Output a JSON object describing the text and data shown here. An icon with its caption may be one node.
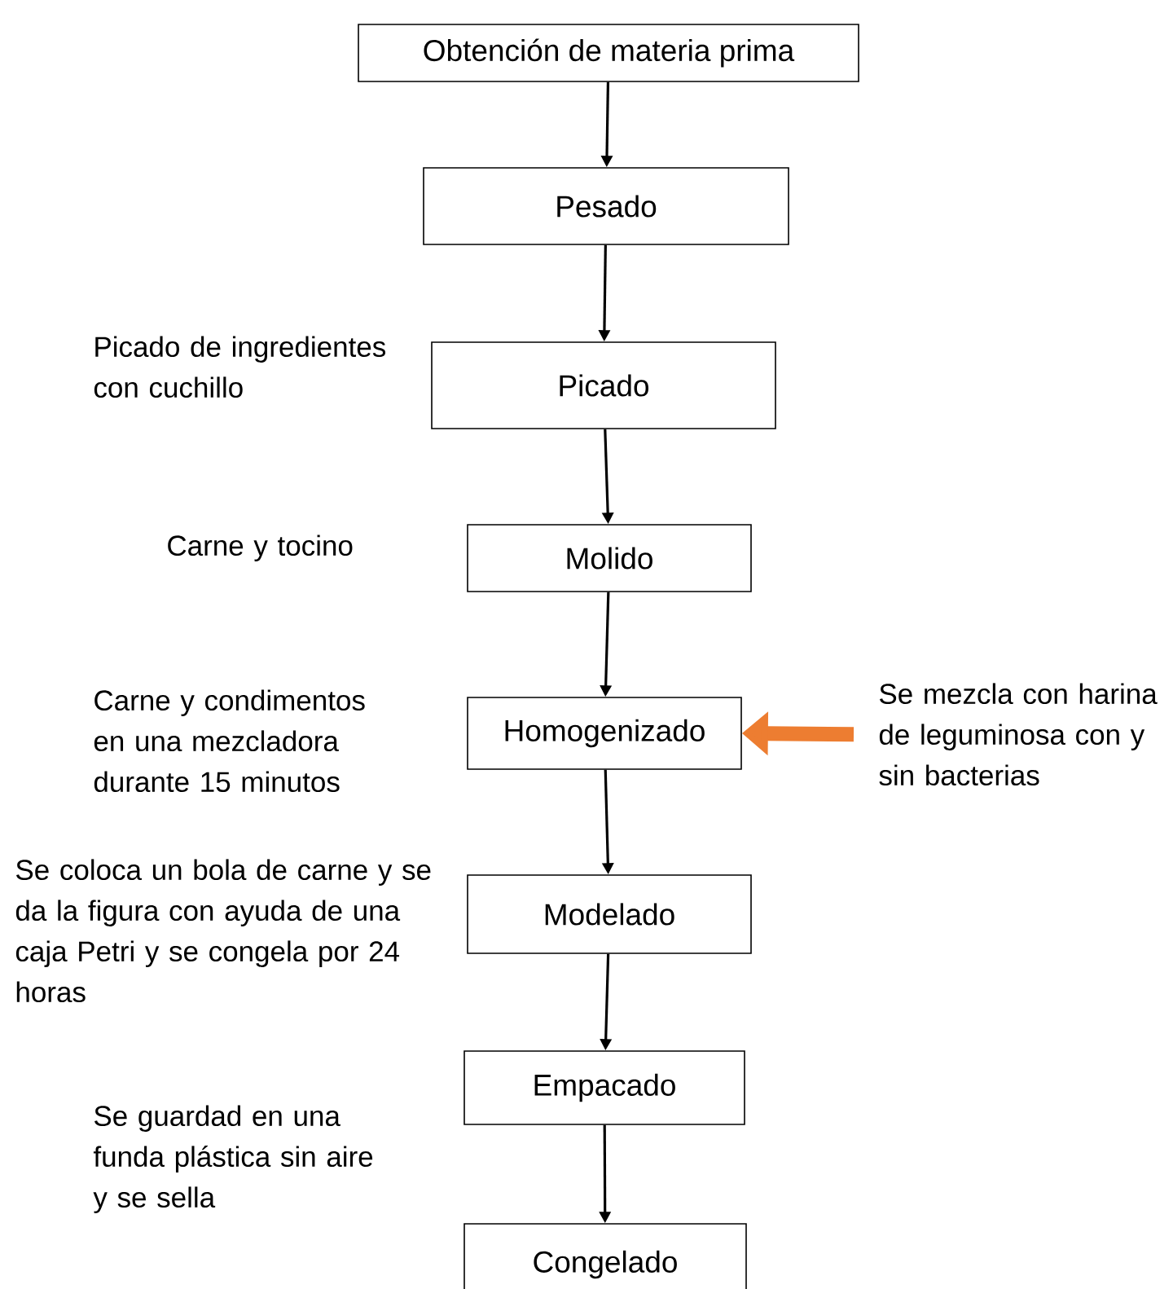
{
  "diagram": {
    "nodes": [
      {
        "text": [
          "Obtención de materia prima"
        ]
      },
      {
        "text": [
          "Pesado"
        ]
      },
      {
        "text": [
          "Picado"
        ]
      },
      {
        "text": [
          "Molido"
        ]
      },
      {
        "text": [
          "Homogenizado"
        ]
      },
      {
        "text": [
          "Se mezcla con harina de leguminosa con y sin bacterias"
        ]
      },
      {
        "text": [
          "Modelado"
        ]
      },
      {
        "text": [
          "Empacado"
        ]
      },
      {
        "text": [
          "Congelado"
        ]
      }
    ],
    "edges": [
      {
        "from": 0,
        "to": 1,
        "arrow": "to"
      },
      {
        "from": 1,
        "to": 2,
        "arrow": "to"
      },
      {
        "from": 2,
        "to": 3,
        "arrow": "to"
      },
      {
        "from": 3,
        "to": 4,
        "arrow": "to"
      },
      {
        "from": 5,
        "to": 4,
        "arrow": "to",
        "style": "thick",
        "color": "#ed7d31"
      },
      {
        "from": 4,
        "to": 6,
        "arrow": "to"
      },
      {
        "from": 6,
        "to": 7,
        "arrow": "to"
      },
      {
        "from": 7,
        "to": 8,
        "arrow": "to"
      }
    ],
    "labels": [
      "Picado de ingredientes con cuchillo",
      "Carne y tocino",
      "Carne y condimentos en una mezcladora durante 15 minutos",
      "Se coloca un bola de carne y se da la figura con ayuda de una caja Petri  y se congela por 24 horas",
      "Se guardad en una funda plástica sin aire y se sella"
    ]
  }
}
